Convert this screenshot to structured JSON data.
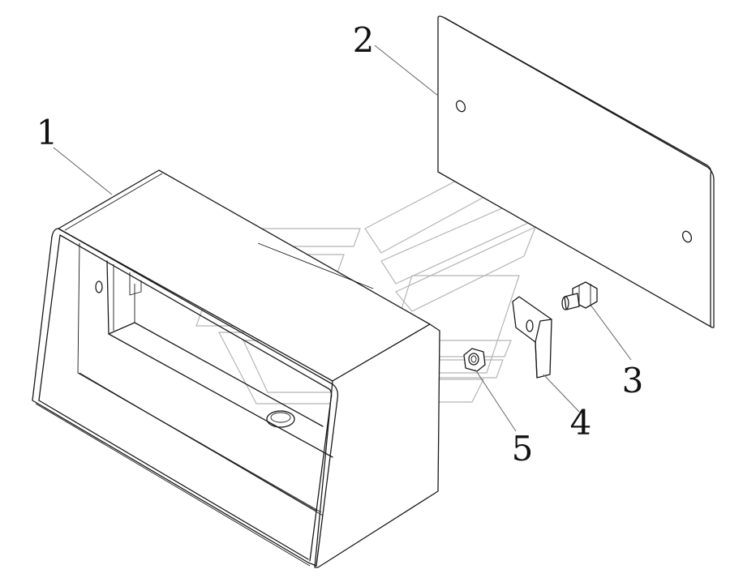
{
  "diagram": {
    "parts": [
      {
        "id": "housing",
        "label": "1"
      },
      {
        "id": "cover-plate",
        "label": "2"
      },
      {
        "id": "bolt",
        "label": "3"
      },
      {
        "id": "bracket",
        "label": "4"
      },
      {
        "id": "nut",
        "label": "5"
      }
    ],
    "colors": {
      "line": "#1a1a1a",
      "watermark": "#b5b5b5",
      "leader": "#666666",
      "background": "#ffffff"
    }
  }
}
